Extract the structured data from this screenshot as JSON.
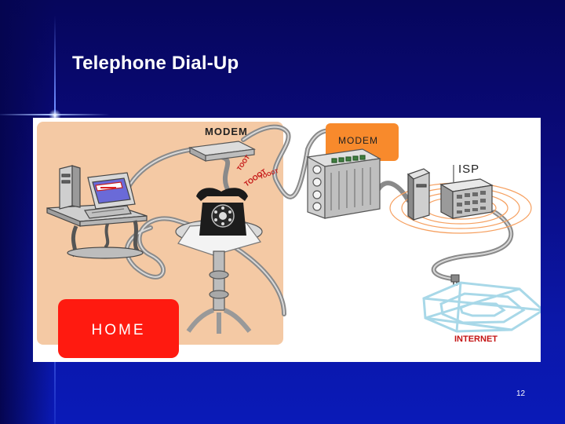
{
  "slide": {
    "title": "Telephone Dial-Up",
    "page_number": "12"
  },
  "diagram": {
    "home_label": "HOME",
    "home_modem_label": "MODEM",
    "isp_modem_label": "MODEM",
    "isp_label": "ISP",
    "internet_label": "INTERNET",
    "modem_sounds": [
      "TOOT",
      "TOOOT",
      "TOOOT"
    ]
  },
  "colors": {
    "home_panel": "#f4c9a4",
    "home_badge": "#ff1a10",
    "modem_badge": "#f88a2c"
  }
}
